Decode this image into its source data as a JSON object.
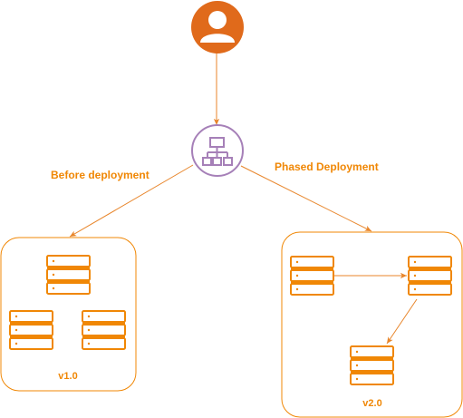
{
  "labels": {
    "before": "Before deployment",
    "phased": "Phased Deployment",
    "v1": "v1.0",
    "v2": "v2.0"
  },
  "nodes": {
    "user": {
      "icon": "user-icon"
    },
    "load_balancer": {
      "icon": "network-hierarchy-icon"
    },
    "server_stack": {
      "icon": "server-rack-icon"
    }
  },
  "colors": {
    "accent": "#F08705",
    "user_fill": "#E06A1B",
    "load_balancer": "#A680B8",
    "edge": "#E8852A"
  }
}
